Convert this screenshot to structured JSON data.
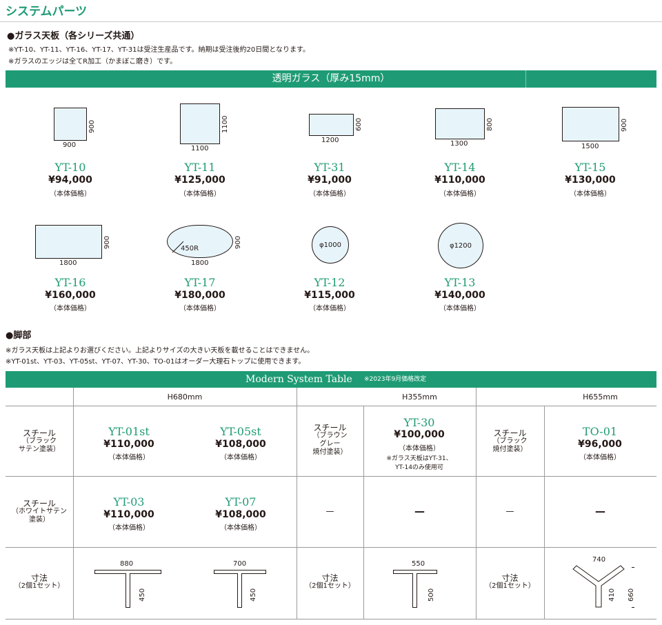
{
  "page": {
    "title": "システムパーツ"
  },
  "glass": {
    "heading": "●ガラス天板（各シリーズ共通）",
    "note1": "※YT-10、YT-11、YT-16、YT-17、YT-31は受注生産品です。納期は受注後約20日間となります。",
    "note2": "※ガラスのエッジは全てR加工（かまぼこ磨き）です。",
    "bar": "透明ガラス（厚み15mm）",
    "items": [
      {
        "model": "YT-10",
        "price": "¥94,000",
        "sub": "（本体価格）",
        "w": "900",
        "h": "900"
      },
      {
        "model": "YT-11",
        "price": "¥125,000",
        "sub": "（本体価格）",
        "w": "1100",
        "h": "1100"
      },
      {
        "model": "YT-31",
        "price": "¥91,000",
        "sub": "（本体価格）",
        "w": "1200",
        "h": "600"
      },
      {
        "model": "YT-14",
        "price": "¥110,000",
        "sub": "（本体価格）",
        "w": "1300",
        "h": "800"
      },
      {
        "model": "YT-15",
        "price": "¥130,000",
        "sub": "（本体価格）",
        "w": "1500",
        "h": "900"
      },
      {
        "model": "YT-16",
        "price": "¥160,000",
        "sub": "（本体価格）",
        "w": "1800",
        "h": "900"
      },
      {
        "model": "YT-17",
        "price": "¥180,000",
        "sub": "（本体価格）",
        "w": "1800",
        "h": "900",
        "r": "450R"
      },
      {
        "model": "YT-12",
        "price": "¥115,000",
        "sub": "（本体価格）",
        "d": "φ1000"
      },
      {
        "model": "YT-13",
        "price": "¥140,000",
        "sub": "（本体価格）",
        "d": "φ1200"
      }
    ]
  },
  "legs": {
    "heading": "●脚部",
    "note1": "※ガラス天板は上記よりお選びください。上記よりサイズの大きい天板を載せることはできません。",
    "note2": "※YT-01st、YT-03、YT-05st、YT-07、YT-30、TO-01はオーダー大理石トップに使用できます。",
    "bar_title": "Modern System Table",
    "bar_note": "※2023年9月価格改定",
    "heights": [
      "H680mm",
      "H355mm",
      "H655mm"
    ],
    "row1": {
      "mat_a": [
        "スチール",
        "（ブラック",
        "サテン塗装）"
      ],
      "yt01st": {
        "model": "YT-01st",
        "price": "¥110,000",
        "sub": "（本体価格）"
      },
      "yt05st": {
        "model": "YT-05st",
        "price": "¥108,000",
        "sub": "（本体価格）"
      },
      "mat_b": [
        "スチール",
        "（ブラウン",
        "グレー",
        "焼付塗装）"
      ],
      "yt30": {
        "model": "YT-30",
        "price": "¥100,000",
        "sub": "（本体価格）",
        "note1": "※ガラス天板はYT-31、",
        "note2": "YT-14のみ使用可"
      },
      "mat_c": [
        "スチール",
        "（ブラック",
        "焼付塗装）"
      ],
      "to01": {
        "model": "TO-01",
        "price": "¥96,000",
        "sub": "（本体価格）"
      }
    },
    "row2": {
      "mat": [
        "スチール",
        "（ホワイトサテン",
        "塗装）"
      ],
      "yt03": {
        "model": "YT-03",
        "price": "¥110,000",
        "sub": "（本体価格）"
      },
      "yt07": {
        "model": "YT-07",
        "price": "¥108,000",
        "sub": "（本体価格）"
      },
      "dash": "—"
    },
    "row3": {
      "label": "寸法",
      "label_sub": "（2個1セット）",
      "d1": {
        "w": "880",
        "h": "450"
      },
      "d2": {
        "w": "700",
        "h": "450"
      },
      "d3": {
        "w": "550",
        "h": "500"
      },
      "d4": {
        "w": "740",
        "h": "410",
        "h2": "660"
      }
    }
  }
}
